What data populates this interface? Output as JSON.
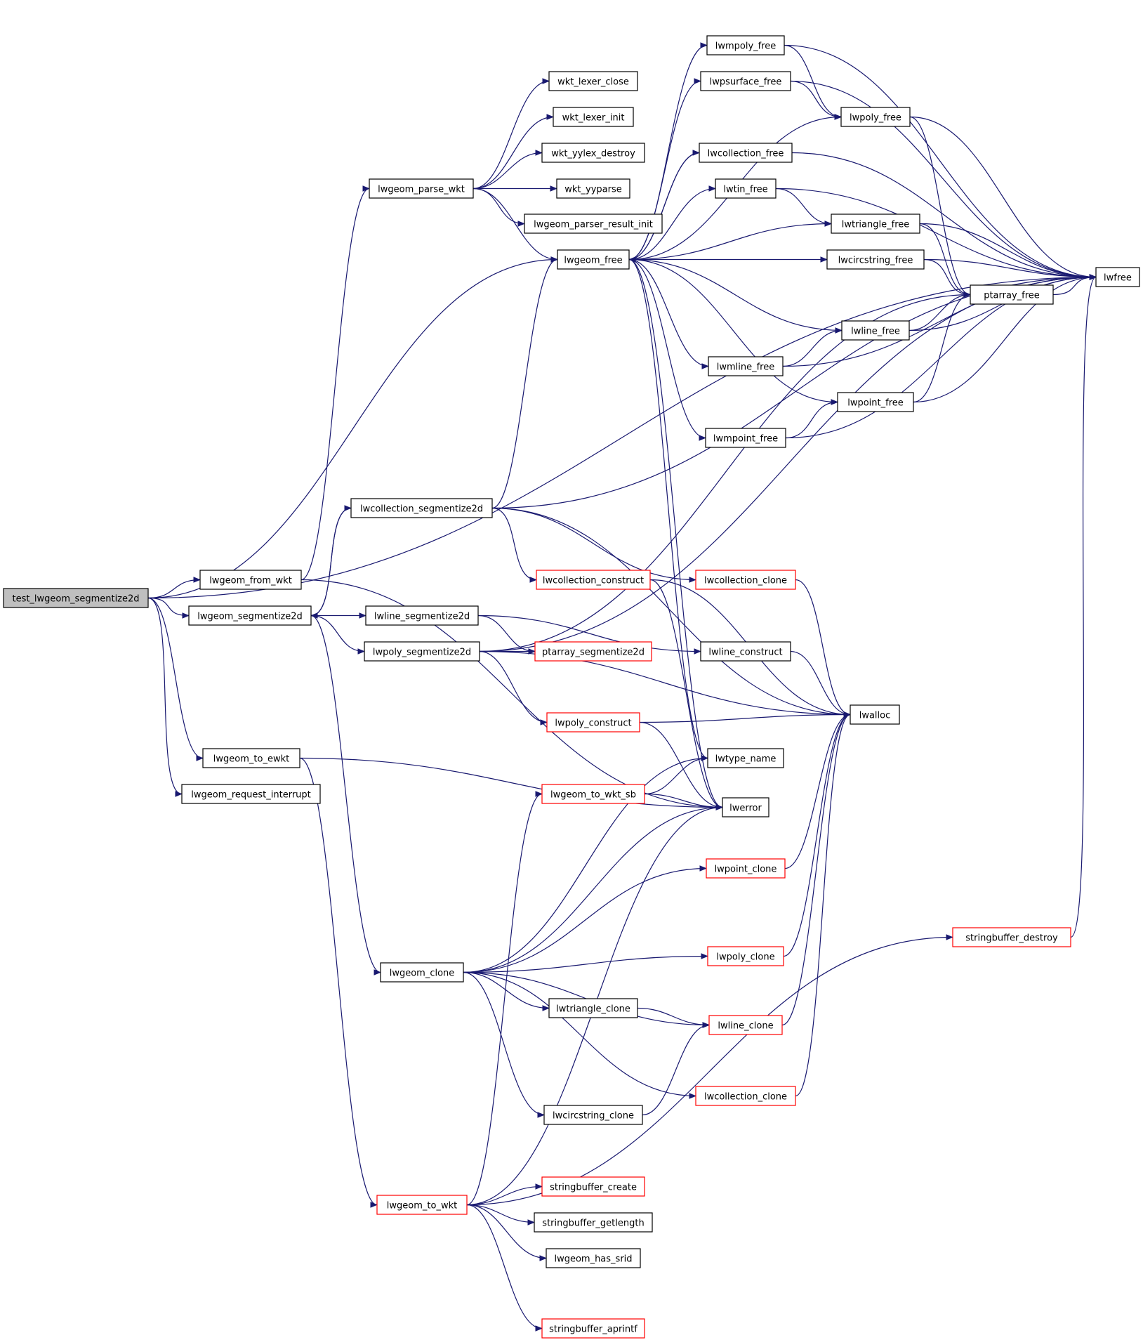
{
  "diagram": {
    "type": "call-graph",
    "colors": {
      "edge": "#191970",
      "node_border": "#000000",
      "node_border_external": "#ff0000",
      "root_fill": "#bfbfbf",
      "node_fill": "#ffffff"
    },
    "nodes": {
      "test_lwgeom_segmentize2d": {
        "label": "test_lwgeom_segmentize2d",
        "style": "root"
      },
      "lwgeom_from_wkt": {
        "label": "lwgeom_from_wkt",
        "style": "normal"
      },
      "lwgeom_segmentize2d": {
        "label": "lwgeom_segmentize2d",
        "style": "normal"
      },
      "lwgeom_to_ewkt": {
        "label": "lwgeom_to_ewkt",
        "style": "normal"
      },
      "lwgeom_request_interrupt": {
        "label": "lwgeom_request_interrupt",
        "style": "normal"
      },
      "lwgeom_parse_wkt": {
        "label": "lwgeom_parse_wkt",
        "style": "normal"
      },
      "lwcollection_segmentize2d": {
        "label": "lwcollection_segmentize2d",
        "style": "normal"
      },
      "lwline_segmentize2d": {
        "label": "lwline_segmentize2d",
        "style": "normal"
      },
      "lwpoly_segmentize2d": {
        "label": "lwpoly_segmentize2d",
        "style": "normal"
      },
      "lwgeom_clone": {
        "label": "lwgeom_clone",
        "style": "normal"
      },
      "lwgeom_to_wkt": {
        "label": "lwgeom_to_wkt",
        "style": "external"
      },
      "wkt_lexer_close": {
        "label": "wkt_lexer_close",
        "style": "normal"
      },
      "wkt_lexer_init": {
        "label": "wkt_lexer_init",
        "style": "normal"
      },
      "wkt_yylex_destroy": {
        "label": "wkt_yylex_destroy",
        "style": "normal"
      },
      "wkt_yyparse": {
        "label": "wkt_yyparse",
        "style": "normal"
      },
      "lwgeom_parser_result_init": {
        "label": "lwgeom_parser_result_init",
        "style": "normal"
      },
      "lwgeom_free": {
        "label": "lwgeom_free",
        "style": "normal"
      },
      "lwcollection_construct": {
        "label": "lwcollection_construct",
        "style": "external"
      },
      "ptarray_segmentize2d": {
        "label": "ptarray_segmentize2d",
        "style": "external"
      },
      "lwpoly_construct": {
        "label": "lwpoly_construct",
        "style": "external"
      },
      "lwgeom_to_wkt_sb": {
        "label": "lwgeom_to_wkt_sb",
        "style": "external"
      },
      "lwtriangle_clone": {
        "label": "lwtriangle_clone",
        "style": "normal"
      },
      "lwcircstring_clone": {
        "label": "lwcircstring_clone",
        "style": "normal"
      },
      "stringbuffer_create": {
        "label": "stringbuffer_create",
        "style": "external"
      },
      "stringbuffer_getlength": {
        "label": "stringbuffer_getlength",
        "style": "normal"
      },
      "lwgeom_has_srid": {
        "label": "lwgeom_has_srid",
        "style": "normal"
      },
      "stringbuffer_aprintf": {
        "label": "stringbuffer_aprintf",
        "style": "external"
      },
      "lwmpoly_free": {
        "label": "lwmpoly_free",
        "style": "normal"
      },
      "lwpsurface_free": {
        "label": "lwpsurface_free",
        "style": "normal"
      },
      "lwcollection_free": {
        "label": "lwcollection_free",
        "style": "normal"
      },
      "lwtin_free": {
        "label": "lwtin_free",
        "style": "normal"
      },
      "lwmline_free": {
        "label": "lwmline_free",
        "style": "normal"
      },
      "lwmpoint_free": {
        "label": "lwmpoint_free",
        "style": "normal"
      },
      "lwcollection_clone_a": {
        "label": "lwcollection_clone",
        "style": "external"
      },
      "lwline_construct": {
        "label": "lwline_construct",
        "style": "normal"
      },
      "lwtype_name": {
        "label": "lwtype_name",
        "style": "normal"
      },
      "lwerror": {
        "label": "lwerror",
        "style": "normal"
      },
      "lwpoint_clone": {
        "label": "lwpoint_clone",
        "style": "external"
      },
      "lwpoly_clone": {
        "label": "lwpoly_clone",
        "style": "external"
      },
      "lwline_clone": {
        "label": "lwline_clone",
        "style": "external"
      },
      "lwcollection_clone_b": {
        "label": "lwcollection_clone",
        "style": "external"
      },
      "lwpoly_free": {
        "label": "lwpoly_free",
        "style": "normal"
      },
      "lwtriangle_free": {
        "label": "lwtriangle_free",
        "style": "normal"
      },
      "lwcircstring_free": {
        "label": "lwcircstring_free",
        "style": "normal"
      },
      "lwline_free": {
        "label": "lwline_free",
        "style": "normal"
      },
      "lwpoint_free": {
        "label": "lwpoint_free",
        "style": "normal"
      },
      "lwalloc": {
        "label": "lwalloc",
        "style": "normal"
      },
      "ptarray_free": {
        "label": "ptarray_free",
        "style": "normal"
      },
      "stringbuffer_destroy": {
        "label": "stringbuffer_destroy",
        "style": "external"
      },
      "lwfree": {
        "label": "lwfree",
        "style": "normal"
      }
    },
    "edges": [
      [
        "test_lwgeom_segmentize2d",
        "lwfree"
      ],
      [
        "test_lwgeom_segmentize2d",
        "lwgeom_free"
      ],
      [
        "test_lwgeom_segmentize2d",
        "lwgeom_from_wkt"
      ],
      [
        "test_lwgeom_segmentize2d",
        "lwgeom_segmentize2d"
      ],
      [
        "test_lwgeom_segmentize2d",
        "lwgeom_to_ewkt"
      ],
      [
        "test_lwgeom_segmentize2d",
        "lwgeom_request_interrupt"
      ],
      [
        "lwgeom_from_wkt",
        "lwgeom_parse_wkt"
      ],
      [
        "lwgeom_from_wkt",
        "lwerror"
      ],
      [
        "lwgeom_segmentize2d",
        "lwcollection_segmentize2d"
      ],
      [
        "lwgeom_segmentize2d",
        "lwline_segmentize2d"
      ],
      [
        "lwgeom_segmentize2d",
        "lwpoly_segmentize2d"
      ],
      [
        "lwgeom_segmentize2d",
        "lwgeom_clone"
      ],
      [
        "lwcollection_segmentize2d",
        "lwgeom_segmentize2d"
      ],
      [
        "lwcollection_segmentize2d",
        "lwgeom_free"
      ],
      [
        "lwcollection_segmentize2d",
        "lwfree"
      ],
      [
        "lwcollection_segmentize2d",
        "lwcollection_construct"
      ],
      [
        "lwcollection_segmentize2d",
        "lwcollection_clone_a"
      ],
      [
        "lwcollection_segmentize2d",
        "lwalloc"
      ],
      [
        "lwline_segmentize2d",
        "ptarray_segmentize2d"
      ],
      [
        "lwline_segmentize2d",
        "lwline_construct"
      ],
      [
        "lwpoly_segmentize2d",
        "ptarray_segmentize2d"
      ],
      [
        "lwpoly_segmentize2d",
        "lwpoly_construct"
      ],
      [
        "lwpoly_segmentize2d",
        "lwalloc"
      ],
      [
        "lwpoly_segmentize2d",
        "ptarray_free"
      ],
      [
        "lwpoly_segmentize2d",
        "lwfree"
      ],
      [
        "lwgeom_to_ewkt",
        "lwgeom_to_wkt"
      ],
      [
        "lwgeom_to_ewkt",
        "lwerror"
      ],
      [
        "lwgeom_parse_wkt",
        "wkt_lexer_close"
      ],
      [
        "lwgeom_parse_wkt",
        "wkt_lexer_init"
      ],
      [
        "lwgeom_parse_wkt",
        "wkt_yylex_destroy"
      ],
      [
        "lwgeom_parse_wkt",
        "wkt_yyparse"
      ],
      [
        "lwgeom_parse_wkt",
        "lwgeom_parser_result_init"
      ],
      [
        "lwgeom_parse_wkt",
        "lwgeom_free"
      ],
      [
        "lwgeom_free",
        "lwmpoly_free"
      ],
      [
        "lwgeom_free",
        "lwpsurface_free"
      ],
      [
        "lwgeom_free",
        "lwpoly_free"
      ],
      [
        "lwgeom_free",
        "lwcollection_free"
      ],
      [
        "lwgeom_free",
        "lwtin_free"
      ],
      [
        "lwgeom_free",
        "lwtriangle_free"
      ],
      [
        "lwgeom_free",
        "lwcircstring_free"
      ],
      [
        "lwgeom_free",
        "lwline_free"
      ],
      [
        "lwgeom_free",
        "lwmline_free"
      ],
      [
        "lwgeom_free",
        "lwpoint_free"
      ],
      [
        "lwgeom_free",
        "lwmpoint_free"
      ],
      [
        "lwgeom_free",
        "lwtype_name"
      ],
      [
        "lwgeom_free",
        "lwerror"
      ],
      [
        "lwmpoly_free",
        "lwpoly_free"
      ],
      [
        "lwmpoly_free",
        "lwfree"
      ],
      [
        "lwpsurface_free",
        "lwpoly_free"
      ],
      [
        "lwpsurface_free",
        "lwfree"
      ],
      [
        "lwcollection_free",
        "lwgeom_free"
      ],
      [
        "lwcollection_free",
        "lwfree"
      ],
      [
        "lwtin_free",
        "lwtriangle_free"
      ],
      [
        "lwtin_free",
        "lwfree"
      ],
      [
        "lwmline_free",
        "lwline_free"
      ],
      [
        "lwmline_free",
        "lwfree"
      ],
      [
        "lwmpoint_free",
        "lwpoint_free"
      ],
      [
        "lwmpoint_free",
        "lwfree"
      ],
      [
        "lwpoly_free",
        "ptarray_free"
      ],
      [
        "lwpoly_free",
        "lwfree"
      ],
      [
        "lwtriangle_free",
        "ptarray_free"
      ],
      [
        "lwtriangle_free",
        "lwfree"
      ],
      [
        "lwcircstring_free",
        "ptarray_free"
      ],
      [
        "lwcircstring_free",
        "lwfree"
      ],
      [
        "lwline_free",
        "ptarray_free"
      ],
      [
        "lwline_free",
        "lwfree"
      ],
      [
        "lwpoint_free",
        "ptarray_free"
      ],
      [
        "lwpoint_free",
        "lwfree"
      ],
      [
        "ptarray_free",
        "lwfree"
      ],
      [
        "lwcollection_construct",
        "lwalloc"
      ],
      [
        "lwcollection_construct",
        "lwerror"
      ],
      [
        "lwcollection_clone_a",
        "lwalloc"
      ],
      [
        "lwline_construct",
        "lwalloc"
      ],
      [
        "lwpoly_construct",
        "lwalloc"
      ],
      [
        "lwpoly_construct",
        "lwerror"
      ],
      [
        "lwgeom_to_wkt_sb",
        "lwtype_name"
      ],
      [
        "lwgeom_to_wkt_sb",
        "lwerror"
      ],
      [
        "lwgeom_clone",
        "lwtype_name"
      ],
      [
        "lwgeom_clone",
        "lwerror"
      ],
      [
        "lwgeom_clone",
        "lwpoint_clone"
      ],
      [
        "lwgeom_clone",
        "lwpoly_clone"
      ],
      [
        "lwgeom_clone",
        "lwtriangle_clone"
      ],
      [
        "lwgeom_clone",
        "lwline_clone"
      ],
      [
        "lwgeom_clone",
        "lwcircstring_clone"
      ],
      [
        "lwgeom_clone",
        "lwcollection_clone_b"
      ],
      [
        "lwtriangle_clone",
        "lwline_clone"
      ],
      [
        "lwcircstring_clone",
        "lwline_clone"
      ],
      [
        "lwpoint_clone",
        "lwalloc"
      ],
      [
        "lwpoly_clone",
        "lwalloc"
      ],
      [
        "lwline_clone",
        "lwalloc"
      ],
      [
        "lwcollection_clone_b",
        "lwalloc"
      ],
      [
        "lwgeom_to_wkt",
        "lwgeom_to_wkt_sb"
      ],
      [
        "lwgeom_to_wkt",
        "lwerror"
      ],
      [
        "lwgeom_to_wkt",
        "stringbuffer_create"
      ],
      [
        "lwgeom_to_wkt",
        "stringbuffer_getlength"
      ],
      [
        "lwgeom_to_wkt",
        "lwgeom_has_srid"
      ],
      [
        "lwgeom_to_wkt",
        "stringbuffer_destroy"
      ],
      [
        "lwgeom_to_wkt",
        "stringbuffer_aprintf"
      ],
      [
        "stringbuffer_destroy",
        "lwfree"
      ]
    ]
  }
}
